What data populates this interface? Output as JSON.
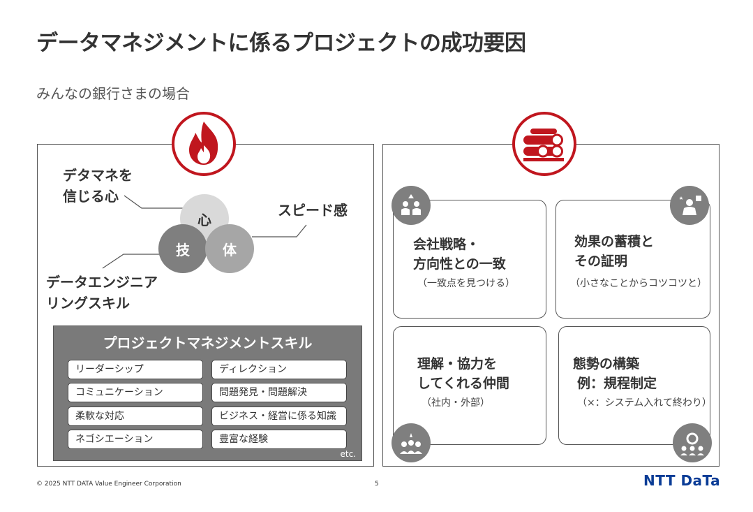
{
  "title": "データマネジメントに係るプロジェクトの成功要因",
  "subtitle": "みんなの銀行さまの場合",
  "left_panel": {
    "label_heart_line1": "デタマネを",
    "label_heart_line2": "信じる心",
    "label_speed": "スピード感",
    "label_engineering_line1": "データエンジニア",
    "label_engineering_line2": "リングスキル",
    "circle_heart": "心",
    "circle_skill": "技",
    "circle_body": "体",
    "pm": {
      "title": "プロジェクトマネジメントスキル",
      "skills": [
        "リーダーシップ",
        "ディレクション",
        "コミュニケーション",
        "問題発見・問題解決",
        "柔軟な対応",
        "ビジネス・経営に係る知識",
        "ネゴシエーション",
        "豊富な経験"
      ],
      "etc": "etc."
    }
  },
  "right_panel": {
    "cards": [
      {
        "title_line1": "会社戦略・",
        "title_line2": "方向性との一致",
        "note": "（一致点を見つける）"
      },
      {
        "title_line1": "効果の蓄積と",
        "title_line2": "その証明",
        "note": "（小さなことからコツコツと）"
      },
      {
        "title_line1": "理解・協力を",
        "title_line2": "してくれる仲間",
        "note": "（社内・外部）"
      },
      {
        "title_line1": "態勢の構築",
        "title_line2": "例：規程制定",
        "note": "（×：システム入れて終わり）"
      }
    ]
  },
  "footer": {
    "copyright": "© 2025 NTT DATA Value Engineer Corporation",
    "page": "5",
    "logo": "NTT DaTa"
  },
  "colors": {
    "accent_red": "#c0161e",
    "logo_blue": "#0a3c96",
    "gray": "#7a7a7a"
  }
}
